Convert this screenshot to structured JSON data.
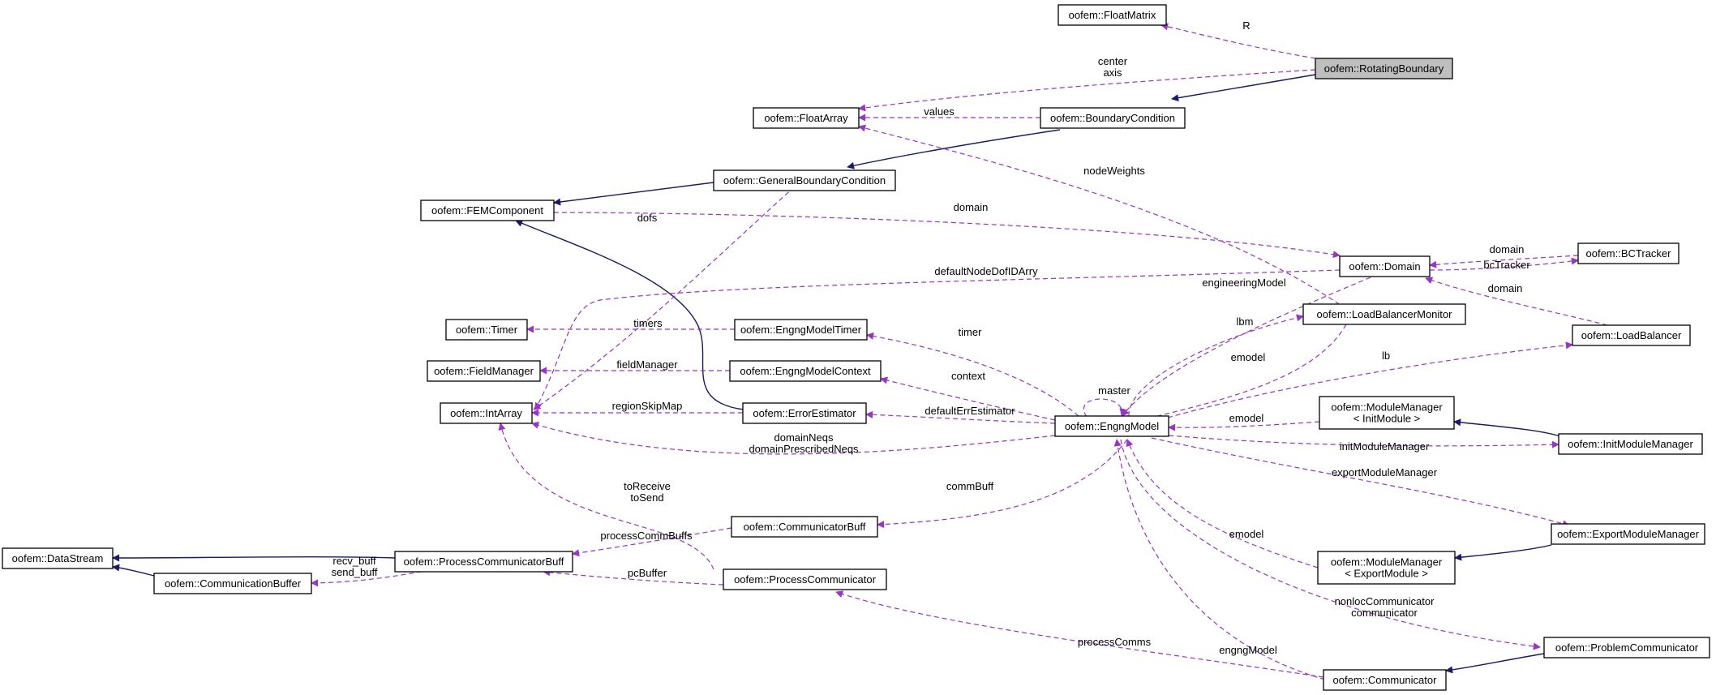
{
  "colors": {
    "inheritance": "#191970",
    "usage": "#9a32cd",
    "highlight": "#bfbfbf"
  },
  "nodes": {
    "floatmatrix": [
      "oofem::FloatMatrix"
    ],
    "rotatingboundary": [
      "oofem::RotatingBoundary"
    ],
    "floatarray": [
      "oofem::FloatArray"
    ],
    "boundarycondition": [
      "oofem::BoundaryCondition"
    ],
    "generalbc": [
      "oofem::GeneralBoundaryCondition"
    ],
    "femcomponent": [
      "oofem::FEMComponent"
    ],
    "domain": [
      "oofem::Domain"
    ],
    "bctracker": [
      "oofem::BCTracker"
    ],
    "timer": [
      "oofem::Timer"
    ],
    "engngmodeltimer": [
      "oofem::EngngModelTimer"
    ],
    "lbmonitor": [
      "oofem::LoadBalancerMonitor"
    ],
    "loadbalancer": [
      "oofem::LoadBalancer"
    ],
    "fieldmanager": [
      "oofem::FieldManager"
    ],
    "engngmodelcontext": [
      "oofem::EngngModelContext"
    ],
    "intarray": [
      "oofem::IntArray"
    ],
    "errorestimator": [
      "oofem::ErrorEstimator"
    ],
    "engngmodel": [
      "oofem::EngngModel"
    ],
    "mm_init": [
      "oofem::ModuleManager",
      "< InitModule >"
    ],
    "initmm": [
      "oofem::InitModuleManager"
    ],
    "communicatorbuff": [
      "oofem::CommunicatorBuff"
    ],
    "exportmm": [
      "oofem::ExportModuleManager"
    ],
    "datastream": [
      "oofem::DataStream"
    ],
    "pcbuff": [
      "oofem::ProcessCommunicatorBuff"
    ],
    "mm_export": [
      "oofem::ModuleManager",
      "< ExportModule >"
    ],
    "commbuffer": [
      "oofem::CommunicationBuffer"
    ],
    "processcomm": [
      "oofem::ProcessCommunicator"
    ],
    "problemcomm": [
      "oofem::ProblemCommunicator"
    ],
    "communicator": [
      "oofem::Communicator"
    ]
  },
  "edge_labels": {
    "R": [
      "R"
    ],
    "center_axis": [
      "center",
      "axis"
    ],
    "values": [
      "values"
    ],
    "nodeWeights": [
      "nodeWeights"
    ],
    "domain_fem": [
      "domain"
    ],
    "dofs": [
      "dofs"
    ],
    "domain_bct": [
      "domain"
    ],
    "bcTracker": [
      "bcTracker"
    ],
    "defaultNodeDofIDArry": [
      "defaultNodeDofIDArry"
    ],
    "engineeringModel": [
      "engineeringModel"
    ],
    "domain_lb": [
      "domain"
    ],
    "timers": [
      "timers"
    ],
    "lbm": [
      "lbm"
    ],
    "timer": [
      "timer"
    ],
    "fieldManager": [
      "fieldManager"
    ],
    "emodel_lbm": [
      "emodel"
    ],
    "lb": [
      "lb"
    ],
    "context": [
      "context"
    ],
    "master": [
      "master"
    ],
    "regionSkipMap": [
      "regionSkipMap"
    ],
    "defaultErrEstimator": [
      "defaultErrEstimator"
    ],
    "emodel_init": [
      "emodel"
    ],
    "domainNeqs": [
      "domainNeqs",
      "domainPrescribedNeqs"
    ],
    "initModuleManager": [
      "initModuleManager"
    ],
    "exportModuleManager": [
      "exportModuleManager"
    ],
    "toReceive": [
      "toReceive",
      "toSend"
    ],
    "commBuff": [
      "commBuff"
    ],
    "emodel_export": [
      "emodel"
    ],
    "processCommBuffs": [
      "processCommBuffs"
    ],
    "recv_send_buff": [
      "recv_buff",
      "send_buff"
    ],
    "pcBuffer": [
      "pcBuffer"
    ],
    "nonloc": [
      "nonlocCommunicator",
      "communicator"
    ],
    "processComms": [
      "processComms"
    ],
    "engngModel": [
      "engngModel"
    ]
  }
}
